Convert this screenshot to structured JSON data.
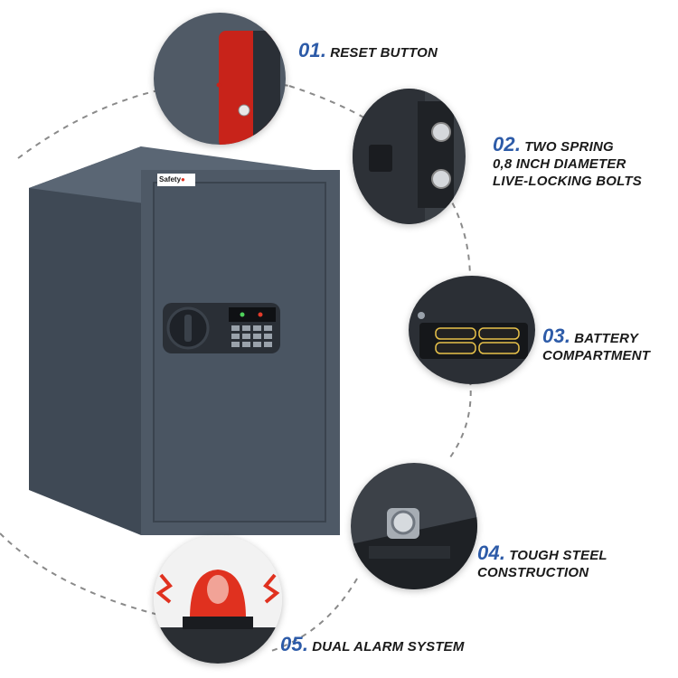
{
  "brand": {
    "logo_text": "Safety"
  },
  "features": [
    {
      "number": "01.",
      "lines": [
        "RESET BUTTON"
      ]
    },
    {
      "number": "02.",
      "lines": [
        "TWO SPRING",
        "0,8 INCH DIAMETER",
        "LIVE-LOCKING BOLTS"
      ]
    },
    {
      "number": "03.",
      "lines": [
        "BATTERY",
        "COMPARTMENT"
      ]
    },
    {
      "number": "04.",
      "lines": [
        "TOUGH STEEL",
        "CONSTRUCTION"
      ]
    },
    {
      "number": "05.",
      "lines": [
        "DUAL ALARM SYSTEM"
      ]
    }
  ],
  "colors": {
    "accent": "#2d5ba8",
    "safe_body": "#4a5562",
    "dashed_arc": "#8a8a8a",
    "alarm_red": "#e0311f"
  }
}
